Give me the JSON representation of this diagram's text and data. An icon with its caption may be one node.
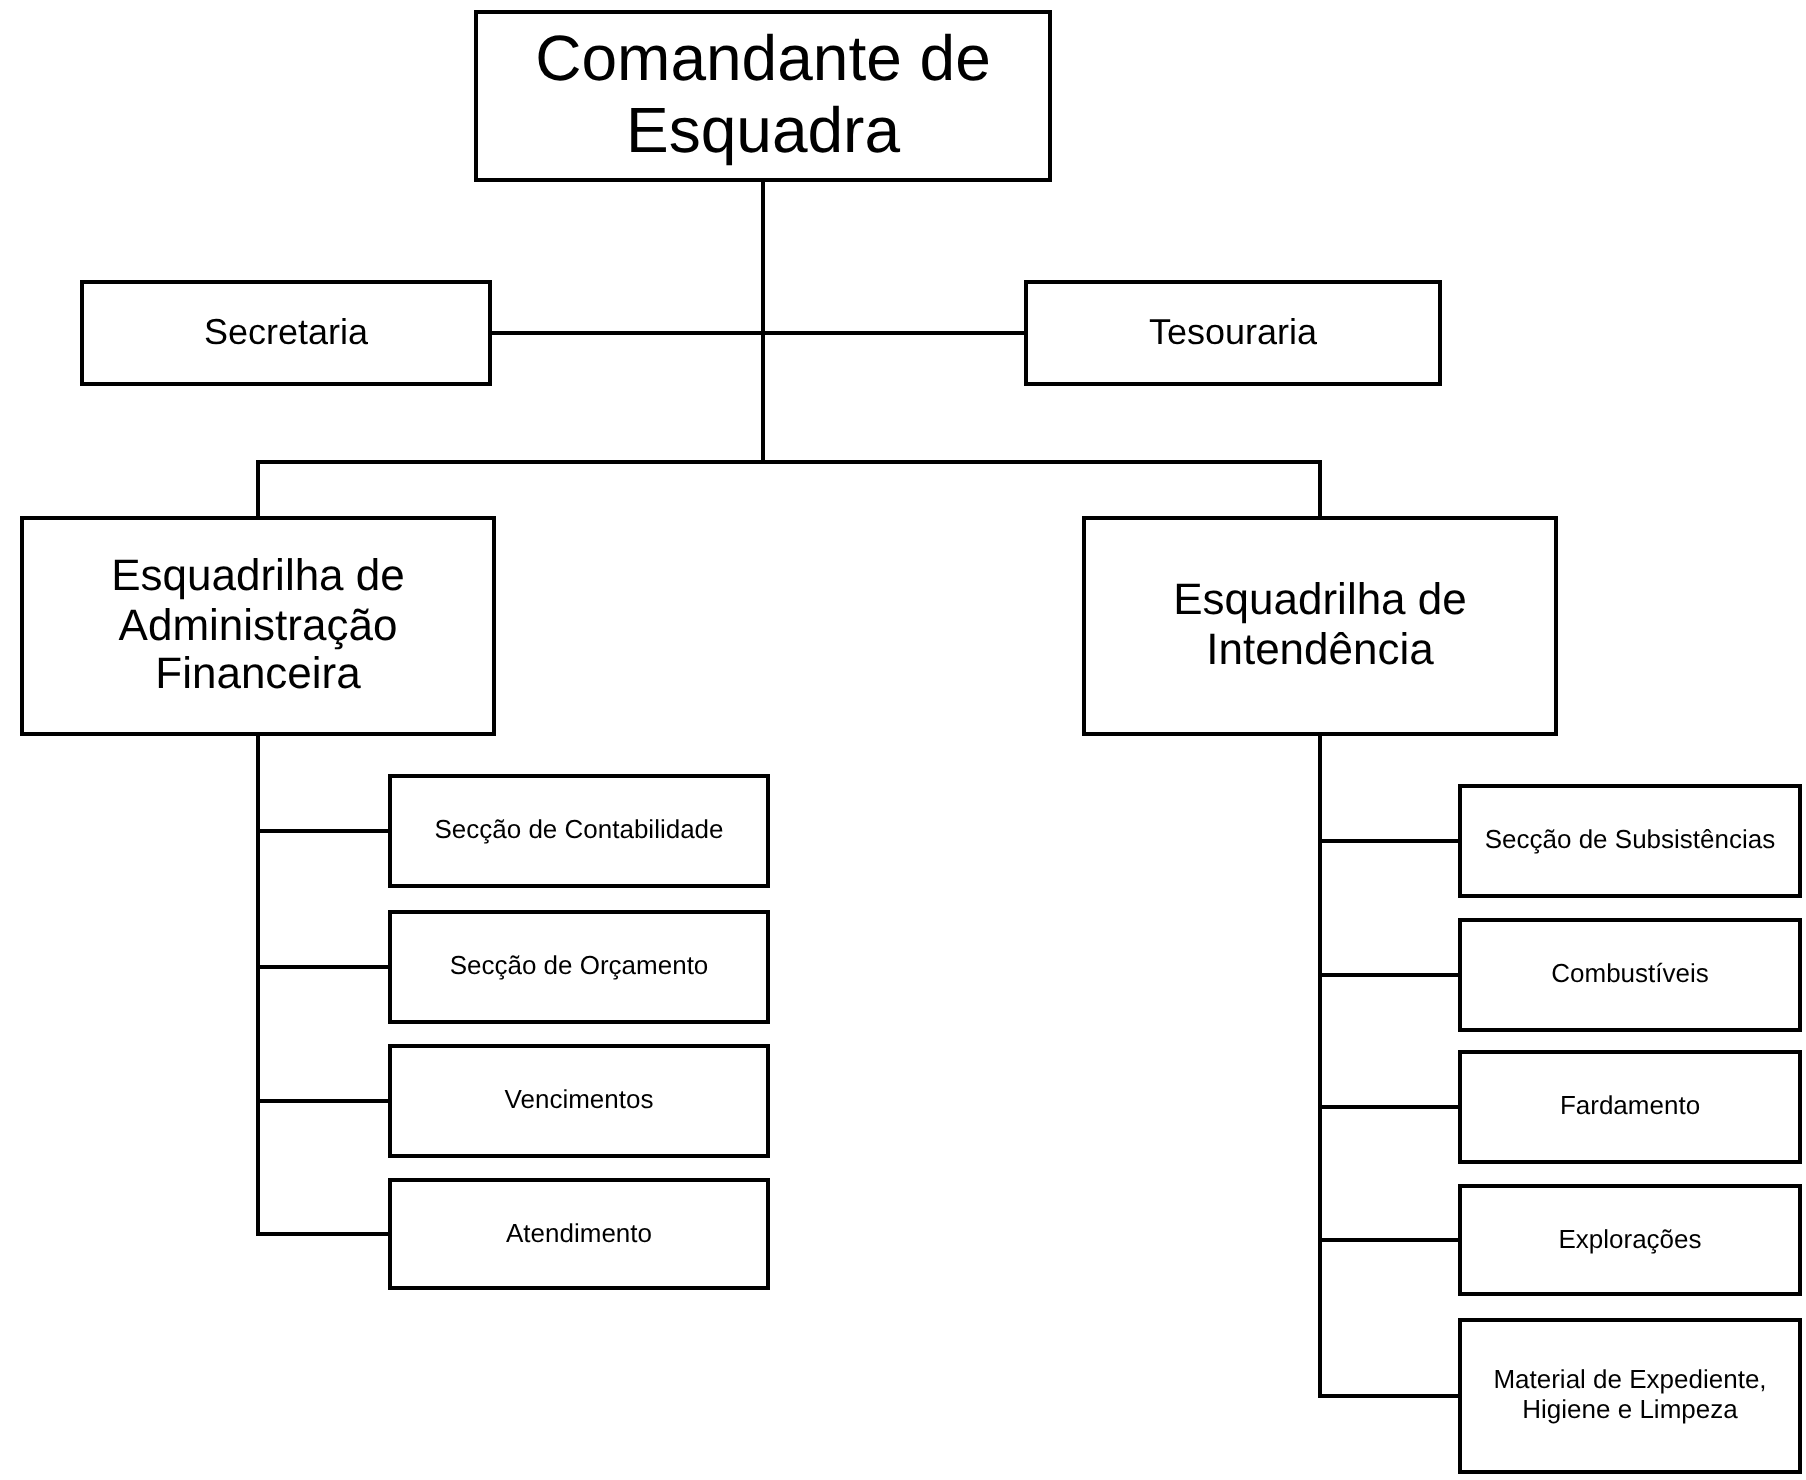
{
  "diagram": {
    "nodes": [
      {
        "text": [
          "Comandante de Esquadra"
        ]
      },
      {
        "text": [
          "Secretaria"
        ]
      },
      {
        "text": [
          "Tesouraria"
        ]
      },
      {
        "text": [
          "Esquadrilha de Administração Financeira"
        ]
      },
      {
        "text": [
          "Esquadrilha de Intendência"
        ]
      },
      {
        "text": [
          "Secção de Contabilidade"
        ]
      },
      {
        "text": [
          "Secção de Orçamento"
        ]
      },
      {
        "text": [
          "Vencimentos"
        ]
      },
      {
        "text": [
          "Atendimento"
        ]
      },
      {
        "text": [
          "Secção de Subsistências"
        ]
      },
      {
        "text": [
          "Combustíveis"
        ]
      },
      {
        "text": [
          "Fardamento"
        ]
      },
      {
        "text": [
          "Explorações"
        ]
      },
      {
        "text": [
          "Material de Expediente, Higiene e Limpeza"
        ]
      }
    ],
    "edges": [
      {
        "from": 0,
        "to": 1,
        "arrow": "none"
      },
      {
        "from": 0,
        "to": 2,
        "arrow": "none"
      },
      {
        "from": 0,
        "to": 3,
        "arrow": "none"
      },
      {
        "from": 0,
        "to": 4,
        "arrow": "none"
      },
      {
        "from": 3,
        "to": 5,
        "arrow": "none"
      },
      {
        "from": 3,
        "to": 6,
        "arrow": "none"
      },
      {
        "from": 3,
        "to": 7,
        "arrow": "none"
      },
      {
        "from": 3,
        "to": 8,
        "arrow": "none"
      },
      {
        "from": 4,
        "to": 9,
        "arrow": "none"
      },
      {
        "from": 4,
        "to": 10,
        "arrow": "none"
      },
      {
        "from": 4,
        "to": 11,
        "arrow": "none"
      },
      {
        "from": 4,
        "to": 12,
        "arrow": "none"
      },
      {
        "from": 4,
        "to": 13,
        "arrow": "none"
      }
    ]
  }
}
